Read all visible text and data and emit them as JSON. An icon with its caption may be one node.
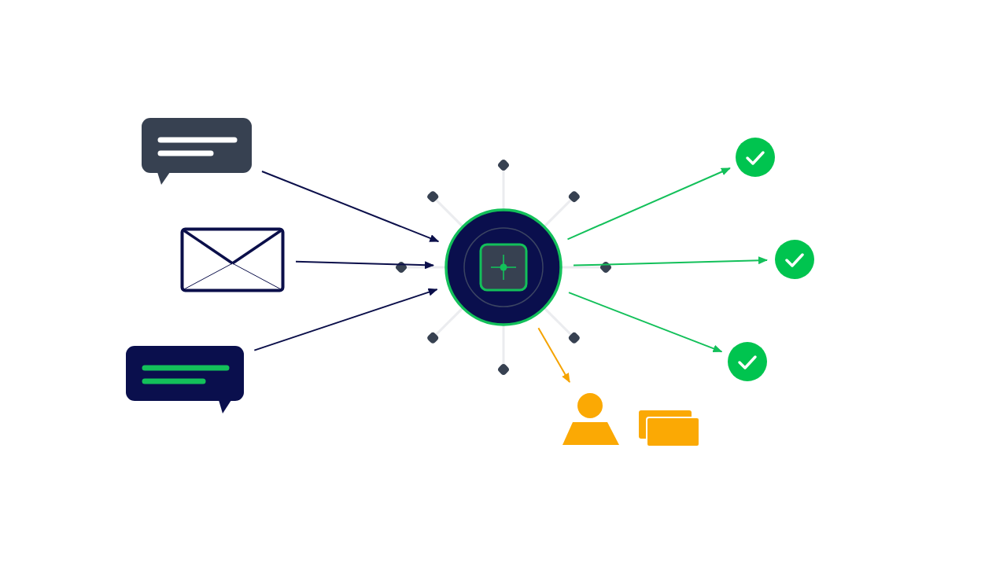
{
  "diagram": {
    "nodes": [
      {
        "text": [],
        "shape": "picture"
      },
      {
        "text": [],
        "shape": "picture"
      },
      {
        "text": [],
        "shape": "picture"
      },
      {
        "text": [],
        "shape": "circle"
      },
      {
        "text": [],
        "shape": "circle"
      },
      {
        "text": [],
        "shape": "circle"
      },
      {
        "text": [],
        "shape": "circle"
      },
      {
        "text": [],
        "shape": "person"
      },
      {
        "text": [],
        "shape": "box"
      }
    ],
    "edges": [
      {
        "from": 0,
        "to": 3,
        "arrow": "to",
        "color": "#0b0f4a"
      },
      {
        "from": 1,
        "to": 3,
        "arrow": "to",
        "color": "#0b0f4a"
      },
      {
        "from": 2,
        "to": 3,
        "arrow": "to",
        "color": "#0b0f4a"
      },
      {
        "from": 3,
        "to": 4,
        "arrow": "to",
        "color": "#13c05a"
      },
      {
        "from": 3,
        "to": 5,
        "arrow": "to",
        "color": "#13c05a"
      },
      {
        "from": 3,
        "to": 6,
        "arrow": "to",
        "color": "#13c05a"
      },
      {
        "from": 3,
        "to": 7,
        "arrow": "to",
        "color": "#f5a300"
      }
    ]
  }
}
